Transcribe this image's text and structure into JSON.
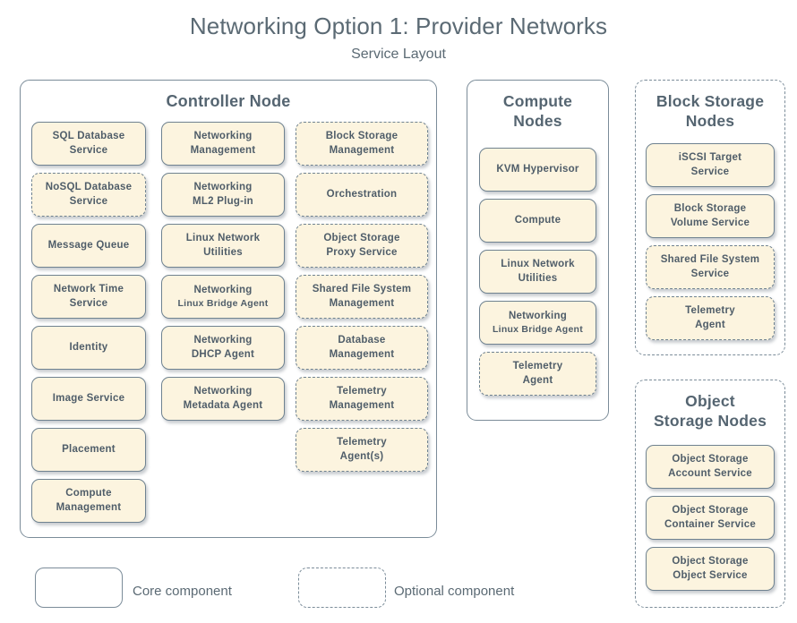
{
  "title": "Networking Option 1: Provider Networks",
  "subtitle": "Service Layout",
  "panels": {
    "controller": {
      "name": "Controller Node",
      "type": "core",
      "columns": [
        [
          {
            "l1": "SQL Database",
            "l2": "Service",
            "type": "core"
          },
          {
            "l1": "NoSQL Database",
            "l2": "Service",
            "type": "optional"
          },
          {
            "l1": "Message Queue",
            "l2": "",
            "type": "core"
          },
          {
            "l1": "Network Time",
            "l2": "Service",
            "type": "core"
          },
          {
            "l1": "Identity",
            "l2": "",
            "type": "core"
          },
          {
            "l1": "Image Service",
            "l2": "",
            "type": "core"
          },
          {
            "l1": "Placement",
            "l2": "",
            "type": "core"
          },
          {
            "l1": "Compute",
            "l2": "Management",
            "type": "core"
          }
        ],
        [
          {
            "l1": "Networking",
            "l2": "Management",
            "type": "core"
          },
          {
            "l1": "Networking",
            "l2": "ML2 Plug-in",
            "type": "core"
          },
          {
            "l1": "Linux Network",
            "l2": "Utilities",
            "type": "core"
          },
          {
            "l1": "Networking",
            "l2": "Linux Bridge Agent",
            "type": "core",
            "sub": true
          },
          {
            "l1": "Networking",
            "l2": "DHCP Agent",
            "type": "core"
          },
          {
            "l1": "Networking",
            "l2": "Metadata Agent",
            "type": "core"
          }
        ],
        [
          {
            "l1": "Block Storage",
            "l2": "Management",
            "type": "optional"
          },
          {
            "l1": "Orchestration",
            "l2": "",
            "type": "optional"
          },
          {
            "l1": "Object Storage",
            "l2": "Proxy Service",
            "type": "optional"
          },
          {
            "l1": "Shared File System",
            "l2": "Management",
            "type": "optional"
          },
          {
            "l1": "Database",
            "l2": "Management",
            "type": "optional"
          },
          {
            "l1": "Telemetry",
            "l2": "Management",
            "type": "optional"
          },
          {
            "l1": "Telemetry",
            "l2": "Agent(s)",
            "type": "optional"
          }
        ]
      ]
    },
    "compute": {
      "name_line1": "Compute",
      "name_line2": "Nodes",
      "type": "core",
      "items": [
        {
          "l1": "KVM Hypervisor",
          "l2": "",
          "type": "core"
        },
        {
          "l1": "Compute",
          "l2": "",
          "type": "core"
        },
        {
          "l1": "Linux Network",
          "l2": "Utilities",
          "type": "core"
        },
        {
          "l1": "Networking",
          "l2": "Linux Bridge Agent",
          "type": "core",
          "sub": true
        },
        {
          "l1": "Telemetry",
          "l2": "Agent",
          "type": "optional"
        }
      ]
    },
    "block_storage": {
      "name_line1": "Block Storage",
      "name_line2": "Nodes",
      "type": "optional",
      "items": [
        {
          "l1": "iSCSI Target",
          "l2": "Service",
          "type": "core"
        },
        {
          "l1": "Block Storage",
          "l2": "Volume Service",
          "type": "core"
        },
        {
          "l1": "Shared File System",
          "l2": "Service",
          "type": "optional"
        },
        {
          "l1": "Telemetry",
          "l2": "Agent",
          "type": "optional"
        }
      ]
    },
    "object_storage": {
      "name_line1": "Object",
      "name_line2": "Storage Nodes",
      "type": "optional",
      "items": [
        {
          "l1": "Object Storage",
          "l2": "Account Service",
          "type": "core"
        },
        {
          "l1": "Object Storage",
          "l2": "Container Service",
          "type": "core"
        },
        {
          "l1": "Object Storage",
          "l2": "Object Service",
          "type": "core"
        }
      ]
    }
  },
  "legend": {
    "core_label": "Core component",
    "optional_label": "Optional component"
  },
  "colors": {
    "box_fill": "#fcf4df",
    "box_border": "#6f8290",
    "panel_border": "#7b8c99",
    "text": "#4f5d69",
    "title_text": "#5b6a74",
    "background": "#ffffff"
  }
}
